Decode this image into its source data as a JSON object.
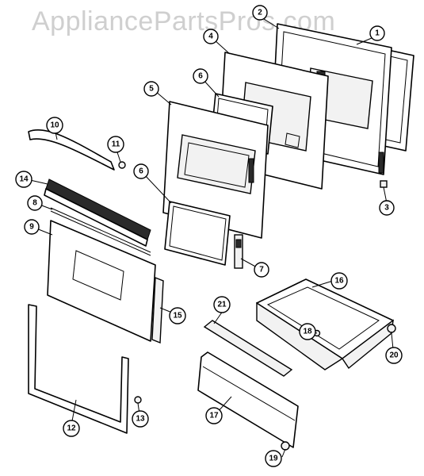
{
  "watermark": "AppliancePartsPros.com",
  "callouts": [
    {
      "id": "1",
      "label": "1"
    },
    {
      "id": "2",
      "label": "2"
    },
    {
      "id": "3",
      "label": "3"
    },
    {
      "id": "4",
      "label": "4"
    },
    {
      "id": "5",
      "label": "5"
    },
    {
      "id": "6a",
      "label": "6"
    },
    {
      "id": "6b",
      "label": "6"
    },
    {
      "id": "7",
      "label": "7"
    },
    {
      "id": "8",
      "label": "8"
    },
    {
      "id": "9",
      "label": "9"
    },
    {
      "id": "10",
      "label": "10"
    },
    {
      "id": "11",
      "label": "11"
    },
    {
      "id": "12",
      "label": "12"
    },
    {
      "id": "13",
      "label": "13"
    },
    {
      "id": "14",
      "label": "14"
    },
    {
      "id": "15",
      "label": "15"
    },
    {
      "id": "16",
      "label": "16"
    },
    {
      "id": "17",
      "label": "17"
    },
    {
      "id": "18",
      "label": "18"
    },
    {
      "id": "19",
      "label": "19"
    },
    {
      "id": "20",
      "label": "20"
    },
    {
      "id": "21",
      "label": "21"
    }
  ]
}
